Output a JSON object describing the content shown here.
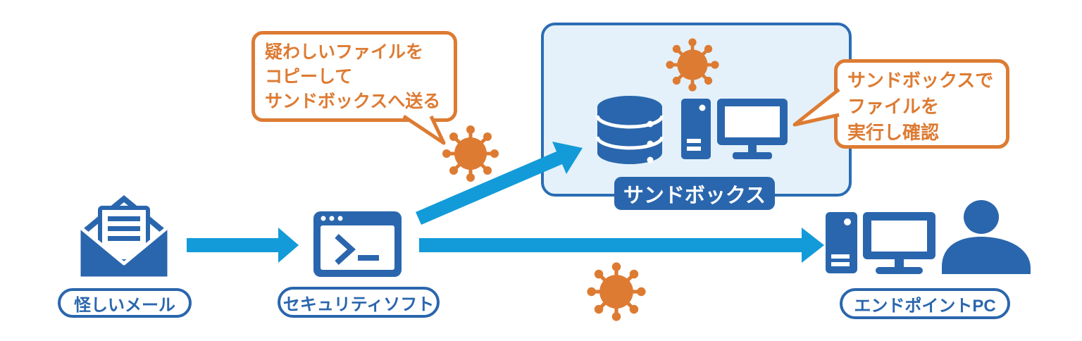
{
  "colors": {
    "icon_blue": "#2a66ad",
    "arrow_blue": "#129bd8",
    "orange": "#dd7b33",
    "sandbox_fill": "#e4f1fa",
    "sandbox_border": "#2a6cb4"
  },
  "nodes": {
    "email": {
      "label": "怪しいメール",
      "icon": "open-envelope-icon"
    },
    "security_software": {
      "label": "セキュリティソフト",
      "icon": "terminal-window-icon"
    },
    "sandbox": {
      "label": "サンドボックス",
      "icons": [
        "database-icon",
        "server-icon",
        "monitor-icon",
        "virus-icon"
      ]
    },
    "endpoint": {
      "label": "エンドポイントPC",
      "icons": [
        "computer-tower-icon",
        "monitor-icon",
        "user-icon"
      ]
    }
  },
  "callouts": {
    "copy_to_sandbox": {
      "lines": [
        "疑わしいファイルを",
        "コピーして",
        "サンドボックスへ送る"
      ]
    },
    "run_in_sandbox": {
      "lines": [
        "サンドボックスで",
        "ファイルを",
        "実行し確認"
      ]
    }
  },
  "flows": [
    {
      "from": "email",
      "to": "security_software"
    },
    {
      "from": "security_software",
      "to": "sandbox"
    },
    {
      "from": "security_software",
      "to": "endpoint"
    }
  ],
  "malware_icon": "virus-icon"
}
